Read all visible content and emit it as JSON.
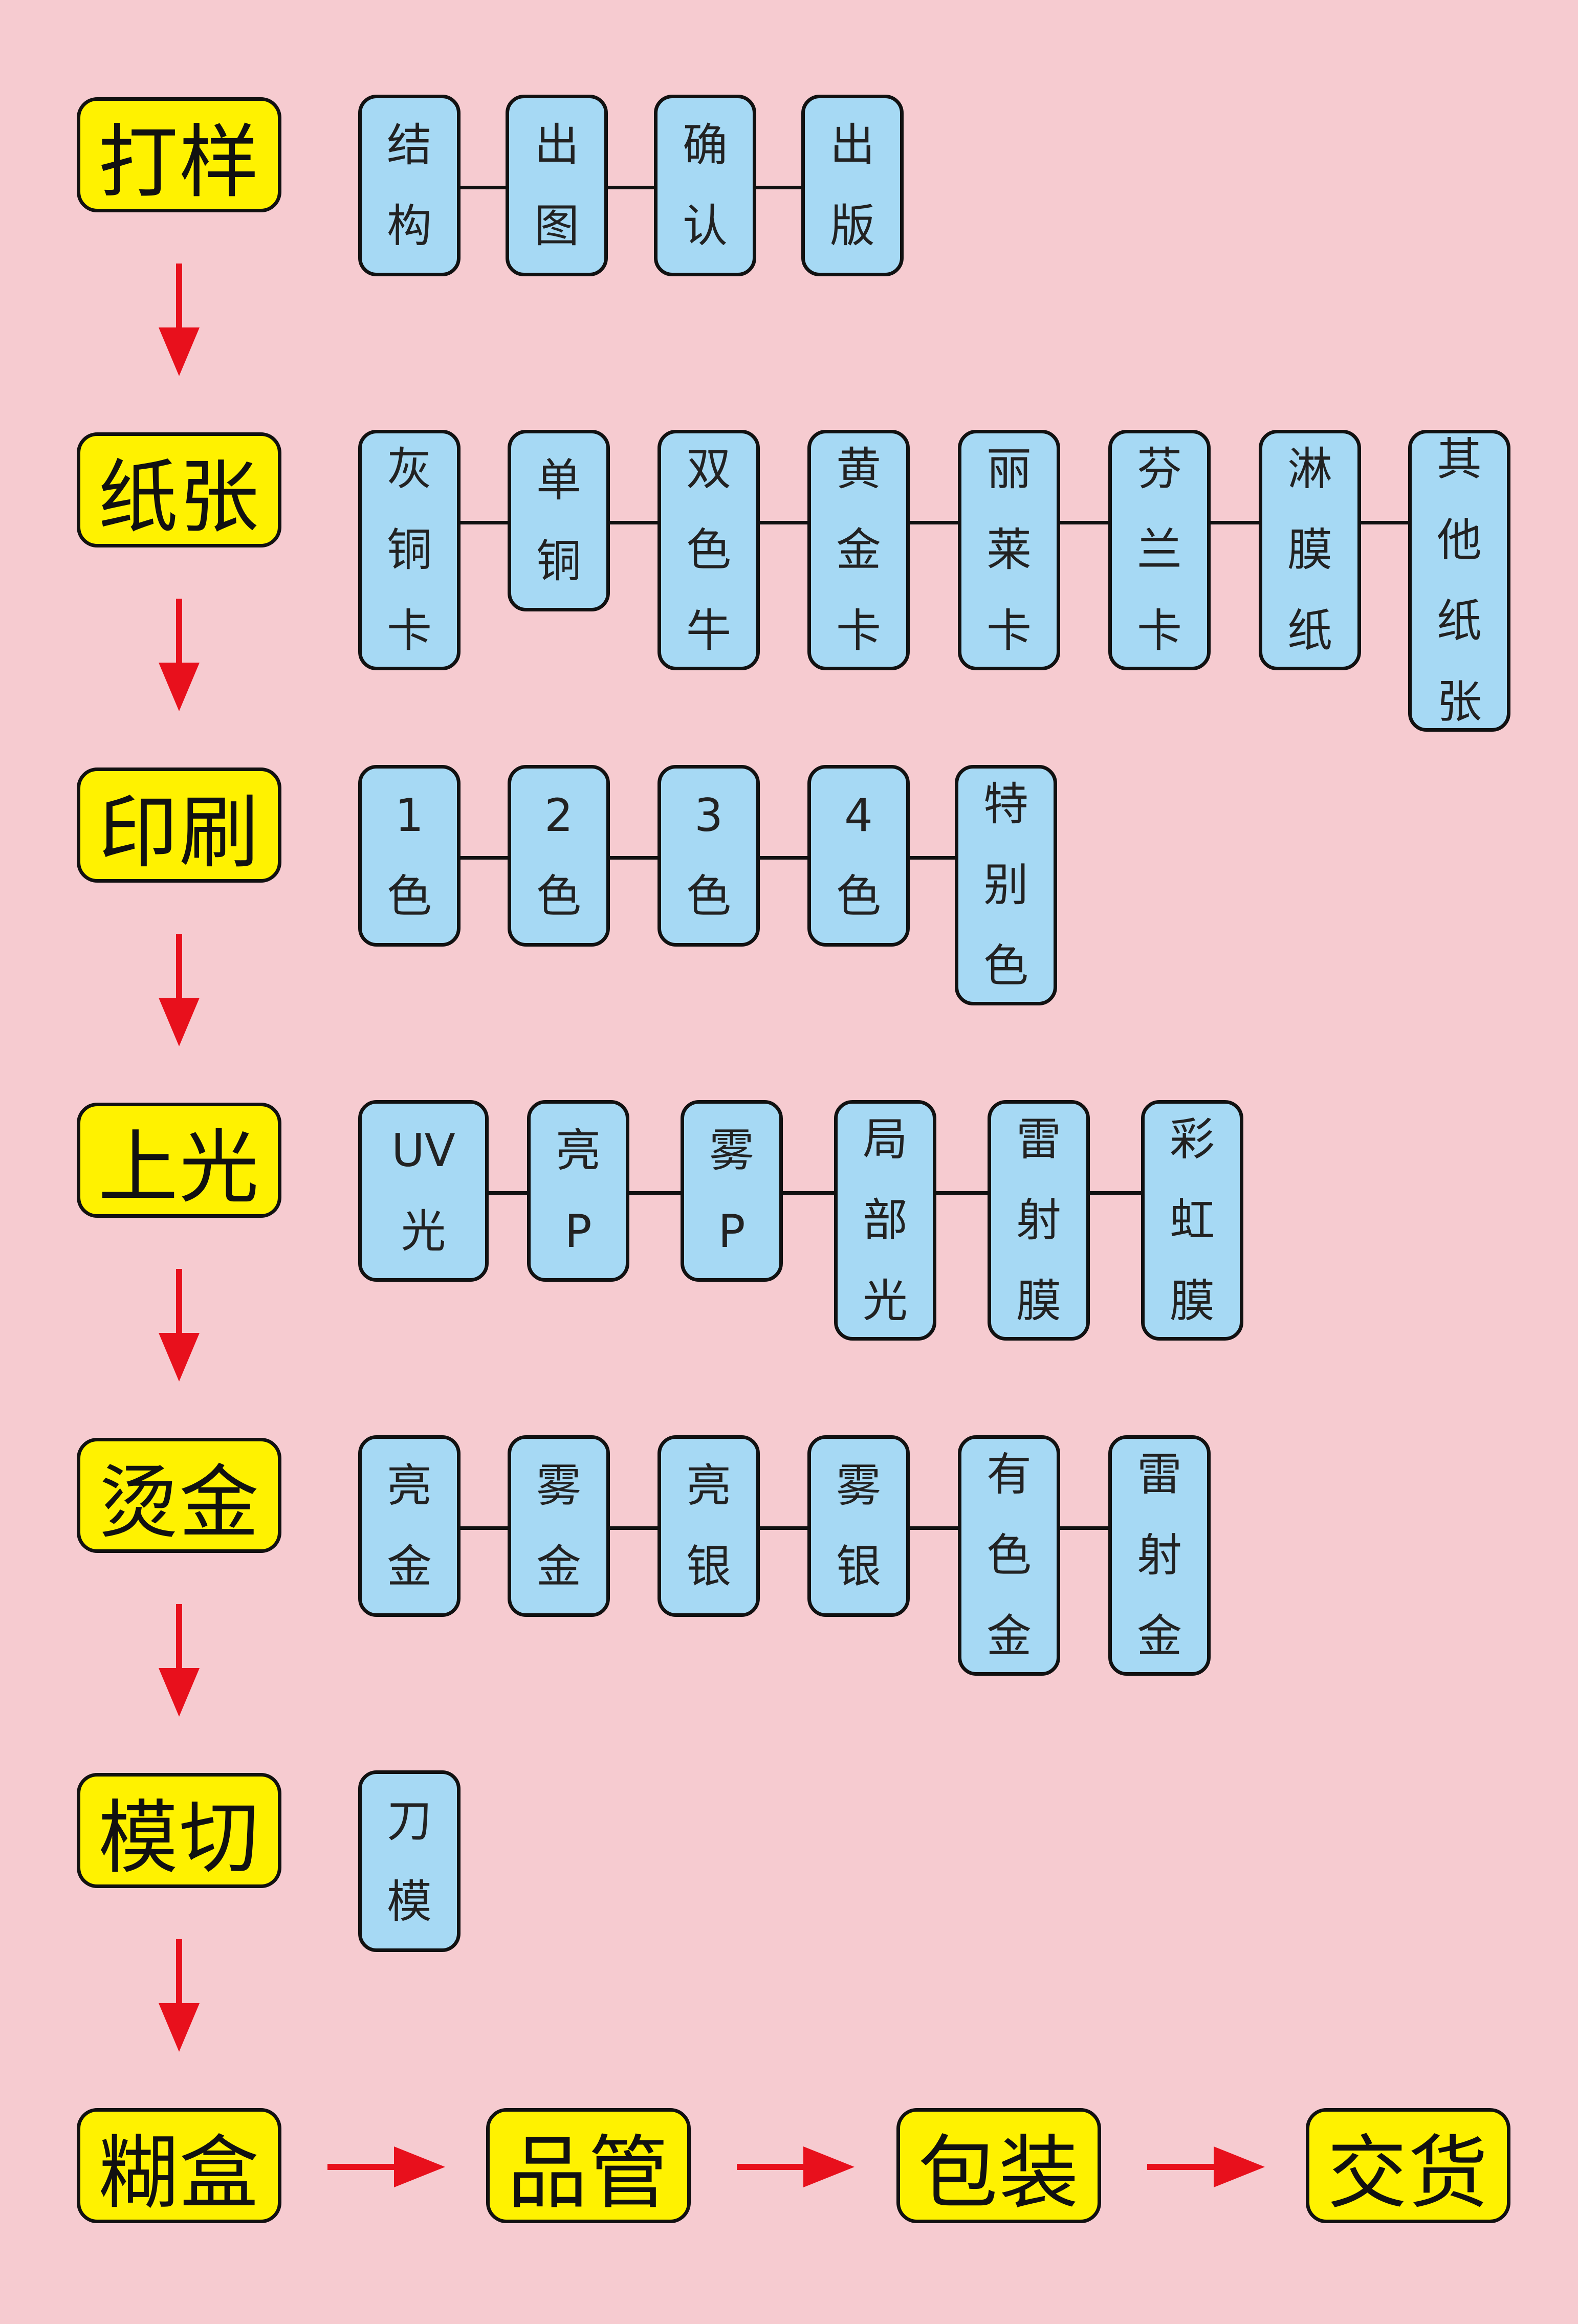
{
  "colors": {
    "background": "#f6cbd0",
    "stage_fill": "#fff200",
    "option_fill": "#a6d9f4",
    "outline": "#111111",
    "arrow": "#e8101c"
  },
  "stages": [
    {
      "label": "打样",
      "options": [
        "结构",
        "出图",
        "确认",
        "出版"
      ]
    },
    {
      "label": "纸张",
      "options": [
        "灰铜卡",
        "单铜",
        "双色牛",
        "黄金卡",
        "丽莱卡",
        "芬兰卡",
        "淋膜纸",
        "其他纸张"
      ]
    },
    {
      "label": "印刷",
      "options": [
        "1色",
        "2色",
        "3色",
        "4色",
        "特别色"
      ]
    },
    {
      "label": "上光",
      "options": [
        "UV光",
        "亮P",
        "雾P",
        "局部光",
        "雷射膜",
        "彩虹膜"
      ]
    },
    {
      "label": "烫金",
      "options": [
        "亮金",
        "雾金",
        "亮银",
        "雾银",
        "有色金",
        "雷射金"
      ]
    },
    {
      "label": "模切",
      "options": [
        "刀模"
      ]
    }
  ],
  "final_flow": [
    "糊盒",
    "品管",
    "包装",
    "交货"
  ]
}
